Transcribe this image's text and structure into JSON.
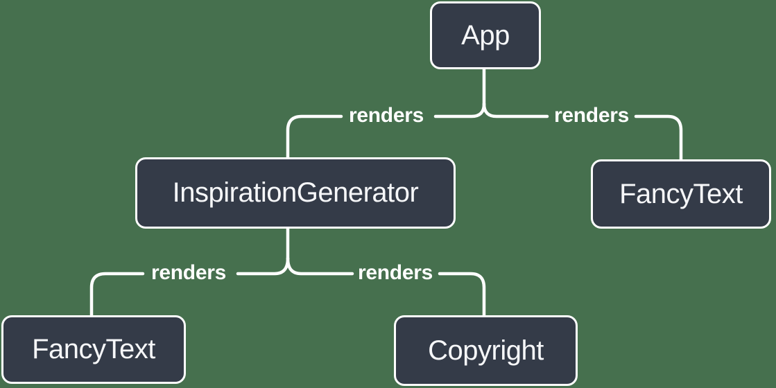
{
  "diagram": {
    "type": "component-render-tree",
    "colors": {
      "background": "#46704E",
      "node_fill": "#343B48",
      "node_border": "#FFFFFF",
      "node_text": "#F6F7F9",
      "edge": "#FFFFFF"
    },
    "nodes": [
      {
        "id": "app",
        "label": "App"
      },
      {
        "id": "inspiration-generator",
        "label": "InspirationGenerator"
      },
      {
        "id": "fancytext-top",
        "label": "FancyText"
      },
      {
        "id": "fancytext-bottom",
        "label": "FancyText"
      },
      {
        "id": "copyright",
        "label": "Copyright"
      }
    ],
    "edges": [
      {
        "from": "App",
        "to": "InspirationGenerator",
        "label": "renders"
      },
      {
        "from": "App",
        "to": "FancyText",
        "label": "renders"
      },
      {
        "from": "InspirationGenerator",
        "to": "FancyText",
        "label": "renders"
      },
      {
        "from": "InspirationGenerator",
        "to": "Copyright",
        "label": "renders"
      }
    ]
  }
}
